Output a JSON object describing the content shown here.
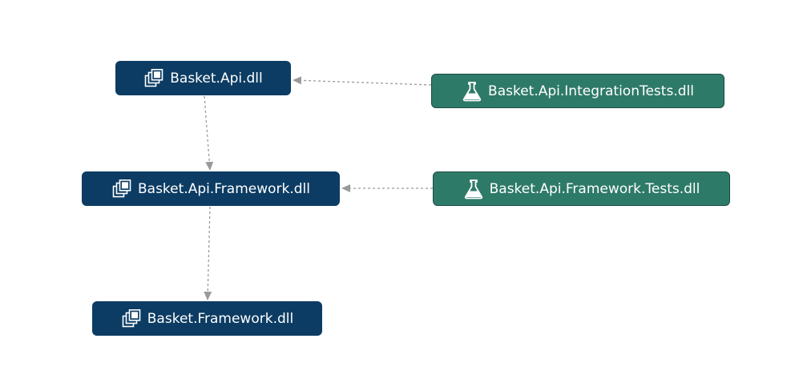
{
  "diagram": {
    "nodes": [
      {
        "id": "api",
        "label": "Basket.Api.dll",
        "kind": "assembly",
        "icon": "assembly-icon",
        "color": "#0c3c63"
      },
      {
        "id": "itests",
        "label": "Basket.Api.IntegrationTests.dll",
        "kind": "test",
        "icon": "flask-icon",
        "color": "#2e7a68"
      },
      {
        "id": "apifw",
        "label": "Basket.Api.Framework.dll",
        "kind": "assembly",
        "icon": "assembly-icon",
        "color": "#0c3c63"
      },
      {
        "id": "fwtests",
        "label": "Basket.Api.Framework.Tests.dll",
        "kind": "test",
        "icon": "flask-icon",
        "color": "#2e7a68"
      },
      {
        "id": "fw",
        "label": "Basket.Framework.dll",
        "kind": "assembly",
        "icon": "assembly-icon",
        "color": "#0c3c63"
      }
    ],
    "edges": [
      {
        "from": "itests",
        "to": "api",
        "style": "dashed"
      },
      {
        "from": "api",
        "to": "apifw",
        "style": "dashed"
      },
      {
        "from": "fwtests",
        "to": "apifw",
        "style": "dashed"
      },
      {
        "from": "apifw",
        "to": "fw",
        "style": "dashed"
      }
    ],
    "edge_color": "#9a9a9a"
  }
}
